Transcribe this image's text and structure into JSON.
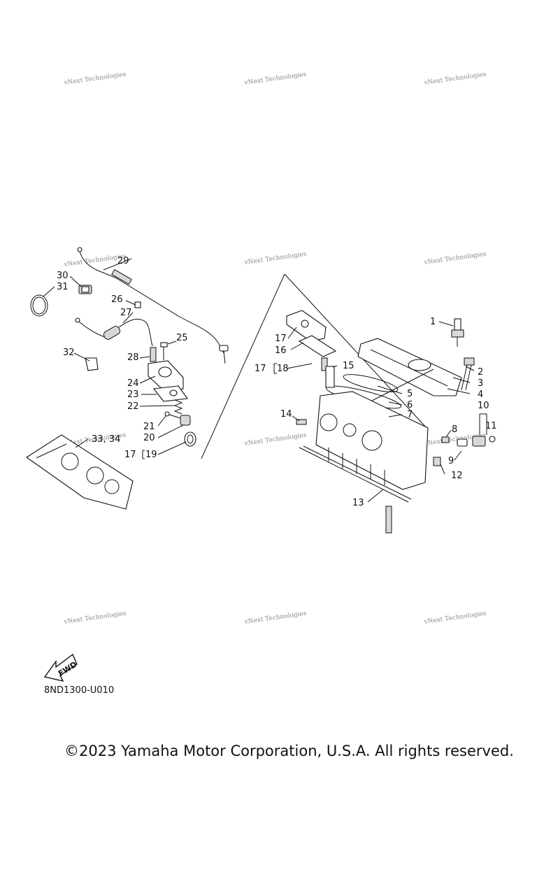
{
  "callouts": {
    "c1": "1",
    "c2": "2",
    "c3": "3",
    "c4": "4",
    "c5": "5",
    "c6": "6",
    "c7": "7",
    "c8": "8",
    "c9": "9",
    "c10": "10",
    "c11": "11",
    "c12": "12",
    "c13": "13",
    "c14": "14",
    "c15": "15",
    "c16": "16",
    "c17a": "17",
    "c17b": "17",
    "c18": "18",
    "c17c": "17",
    "c19": "19",
    "c20": "20",
    "c21": "21",
    "c22": "22",
    "c23": "23",
    "c24": "24",
    "c25": "25",
    "c26": "26",
    "c27": "27",
    "c28": "28",
    "c29": "29",
    "c30": "30",
    "c31": "31",
    "c32": "32",
    "c33_34": "33, 34"
  },
  "fwd_label": "FWD",
  "watermark": "vNext Technologies",
  "diagram_code": "8ND1300-U010",
  "copyright": "©2023 Yamaha Motor Corporation, U.S.A. All rights reserved."
}
